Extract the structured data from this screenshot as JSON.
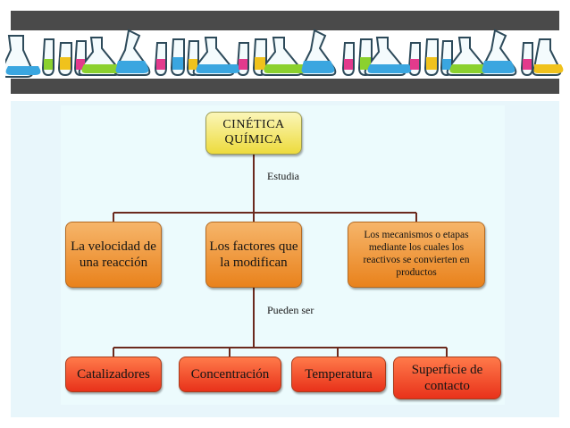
{
  "header": {
    "decoration_icon": "laboratory-flasks-banner"
  },
  "concept_map": {
    "root": "CINÉTICA QUÍMICA",
    "link_1": "Estudia",
    "level_1": [
      "La velocidad de una reacción",
      "Los factores que la modifican",
      "Los mecanismos o etapas mediante los cuales los reactivos se convierten en productos"
    ],
    "link_2": "Pueden ser",
    "level_2": [
      "Catalizadores",
      "Concentración",
      "Temperatura",
      "Superficie de contacto"
    ]
  },
  "colors": {
    "bars": "#4a4a4a",
    "root_fill": "#f3e76a",
    "level_1_fill": "#f0962e",
    "level_2_fill": "#f04a22",
    "background": "#ecfbfd"
  }
}
